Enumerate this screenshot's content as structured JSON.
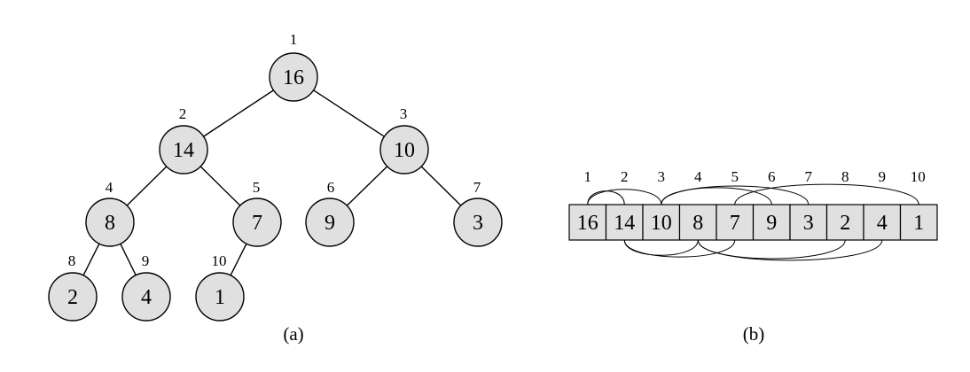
{
  "heap": {
    "values": [
      "16",
      "14",
      "10",
      "8",
      "7",
      "9",
      "3",
      "2",
      "4",
      "1"
    ],
    "indices": [
      "1",
      "2",
      "3",
      "4",
      "5",
      "6",
      "7",
      "8",
      "9",
      "10"
    ]
  },
  "captions": {
    "tree": "(a)",
    "array": "(b)"
  }
}
